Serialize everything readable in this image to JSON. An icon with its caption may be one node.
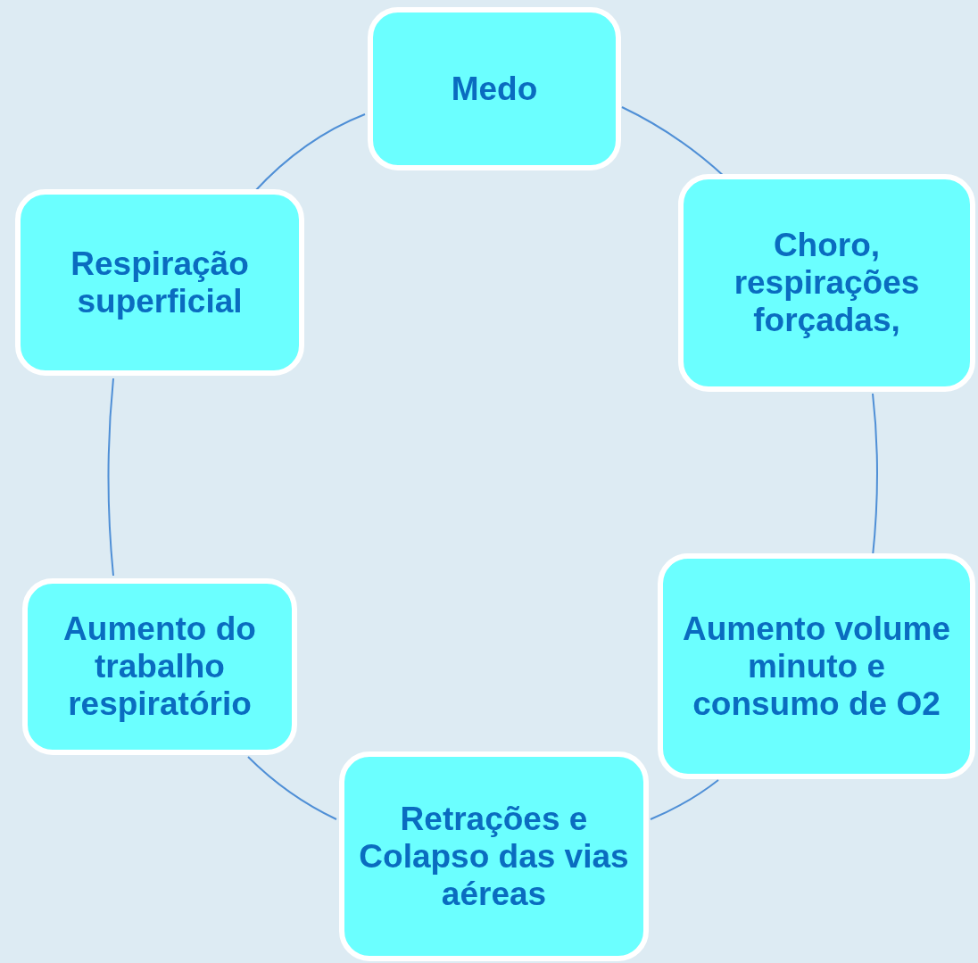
{
  "diagram": {
    "nodes": [
      {
        "text": [
          "Medo"
        ]
      },
      {
        "text": [
          "Choro, respirações forçadas,"
        ]
      },
      {
        "text": [
          "Aumento volume minuto e consumo de O2"
        ]
      },
      {
        "text": [
          "Retrações e Colapso das vias aéreas"
        ]
      },
      {
        "text": [
          "Aumento do trabalho respiratório"
        ]
      },
      {
        "text": [
          "Respiração superficial"
        ]
      }
    ],
    "edges": [
      {
        "from": 0,
        "to": 1,
        "arrow": "none"
      },
      {
        "from": 1,
        "to": 2,
        "arrow": "none"
      },
      {
        "from": 2,
        "to": 3,
        "arrow": "none"
      },
      {
        "from": 3,
        "to": 4,
        "arrow": "none"
      },
      {
        "from": 4,
        "to": 5,
        "arrow": "none"
      },
      {
        "from": 5,
        "to": 0,
        "arrow": "none"
      }
    ]
  }
}
